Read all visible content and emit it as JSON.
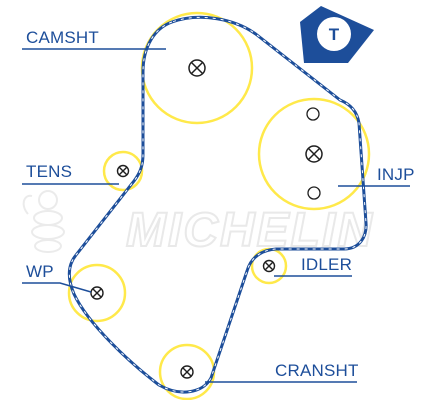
{
  "diagram": {
    "labels": {
      "camsht": "CAMSHT",
      "tens": "TENS",
      "wp": "WP",
      "injp": "INJP",
      "idler": "IDLER",
      "cransht": "CRANSHT"
    },
    "badge": {
      "letter": "T"
    },
    "watermark": {
      "brand": "MICHELIN"
    },
    "colors": {
      "belt": "#1d4e9a",
      "pulley": "#ffe94a",
      "label": "#1d4e9a",
      "watermark": "#e9e9e9"
    }
  }
}
